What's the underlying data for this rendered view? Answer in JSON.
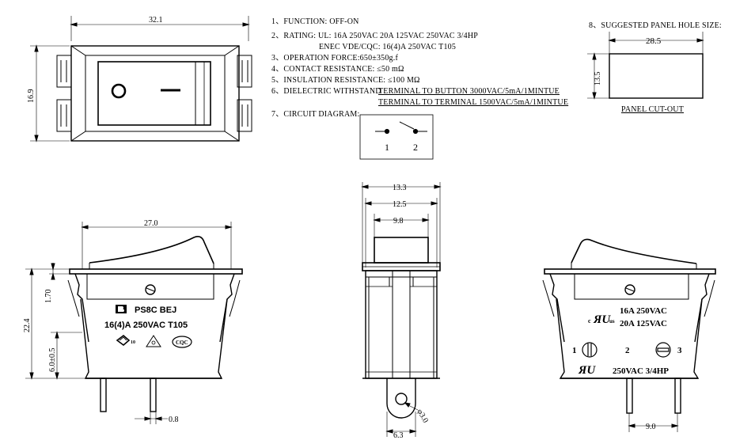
{
  "specs": {
    "function": "1、FUNCTION:  OFF-ON",
    "rating_1": "2、RATING:  UL: 16A 250VAC    20A 125VAC   250VAC 3/4HP",
    "rating_2": "ENEC VDE/CQC: 16(4)A 250VAC T105",
    "operation_force": "3、OPERATION FORCE:650±350g.f",
    "contact_resistance": "4、CONTACT RESISTANCE:   ≤50 mΩ",
    "insulation_resistance": "5、INSULATION RESISTANCE:   ≤100 MΩ",
    "dielectric_label": "6、DIELECTRIC WITHSTAND : ",
    "dielectric_1": "TERMINAL TO BUTTON 3000VAC/5mA/1MINTUE",
    "dielectric_2": "TERMINAL TO TERMINAL 1500VAC/5mA/1MINTUE",
    "circuit_label": "7、CIRCUIT DIAGRAM:",
    "circuit_pin_1": "1",
    "circuit_pin_2": "2"
  },
  "panel_hole": {
    "title": "8、SUGGESTED PANEL HOLE SIZE:",
    "width": "28.5",
    "height": "13.5",
    "caption": "PANEL CUT-OUT"
  },
  "top_view": {
    "width": "32.1",
    "height": "16.9"
  },
  "front_view": {
    "width": "27.0",
    "height_total": "22.4",
    "height_flange": "1.70",
    "height_lower": "6.0±0.5",
    "terminal_thickness": "0.8",
    "brand": "PS8C  BEJ",
    "rating": "16(4)A 250VAC T105",
    "mark_10": "10",
    "mark_cqc": "CQC"
  },
  "side_view": {
    "width_outer": "13.3",
    "width_mid": "12.5",
    "width_button": "9.8",
    "hole_dia": "φ3.0",
    "terminal_width": "6.3"
  },
  "back_view": {
    "rating_1": "16A 250VAC",
    "rating_2": "20A 125VAC",
    "rating_3": "250VAC 3/4HP",
    "pin_1": "1",
    "pin_2": "2",
    "pin_3": "3",
    "terminal_span": "9.0",
    "ul_c": "c",
    "ul_us": "us"
  }
}
